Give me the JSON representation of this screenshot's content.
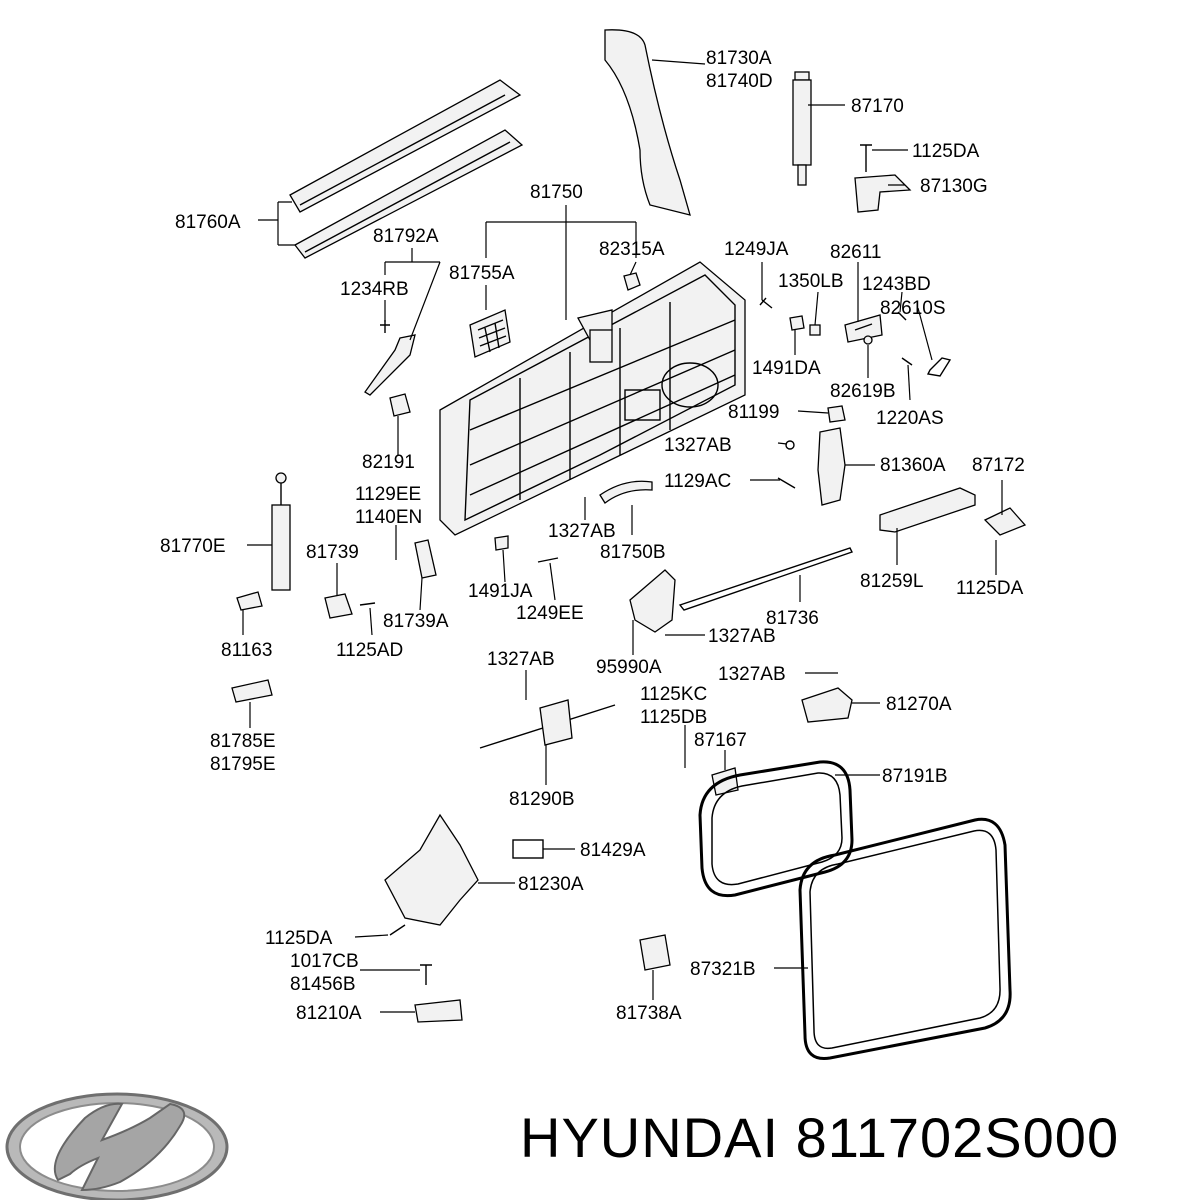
{
  "diagram": {
    "labels": {
      "l81730A": "81730A",
      "l81740D": "81740D",
      "l87170": "87170",
      "l1125DA_top": "1125DA",
      "l87130G": "87130G",
      "l81760A": "81760A",
      "l81750": "81750",
      "l81792A": "81792A",
      "l81755A": "81755A",
      "l82315A": "82315A",
      "l1249JA": "1249JA",
      "l82611": "82611",
      "l1350LB": "1350LB",
      "l1243BD": "1243BD",
      "l82610S": "82610S",
      "l1234RB": "1234RB",
      "l1491DA_top": "1491DA",
      "l82619B": "82619B",
      "l81199": "81199",
      "l1220AS": "1220AS",
      "l82191": "82191",
      "l1327AB_a": "1327AB",
      "l81360A": "81360A",
      "l87172": "87172",
      "l1129EE": "1129EE",
      "l1140EN": "1140EN",
      "l1129AC": "1129AC",
      "l1327AB_b": "1327AB",
      "l81750B": "81750B",
      "l81770E": "81770E",
      "l81739": "81739",
      "l1491JA": "1491JA",
      "l1249EE": "1249EE",
      "l81259L": "81259L",
      "l1125DA_right": "1125DA",
      "l81739A": "81739A",
      "l81736": "81736",
      "l81163": "81163",
      "l1125AD": "1125AD",
      "l1327AB_c": "1327AB",
      "l95990A": "95990A",
      "l1327AB_d": "1327AB",
      "l1327AB_e": "1327AB",
      "l81270A": "81270A",
      "l1125KC": "1125KC",
      "l1125DB": "1125DB",
      "l81785E": "81785E",
      "l81795E": "81795E",
      "l87167": "87167",
      "l87191B": "87191B",
      "l81290B": "81290B",
      "l81429A": "81429A",
      "l81230A": "81230A",
      "l1125DA_bottom": "1125DA",
      "l1017CB": "1017CB",
      "l81456B": "81456B",
      "l87321B": "87321B",
      "l81210A": "81210A",
      "l81738A": "81738A"
    }
  },
  "footer": {
    "brand_part": "HYUNDAI 811702S000",
    "logo_icon": "hyundai-logo-icon"
  }
}
